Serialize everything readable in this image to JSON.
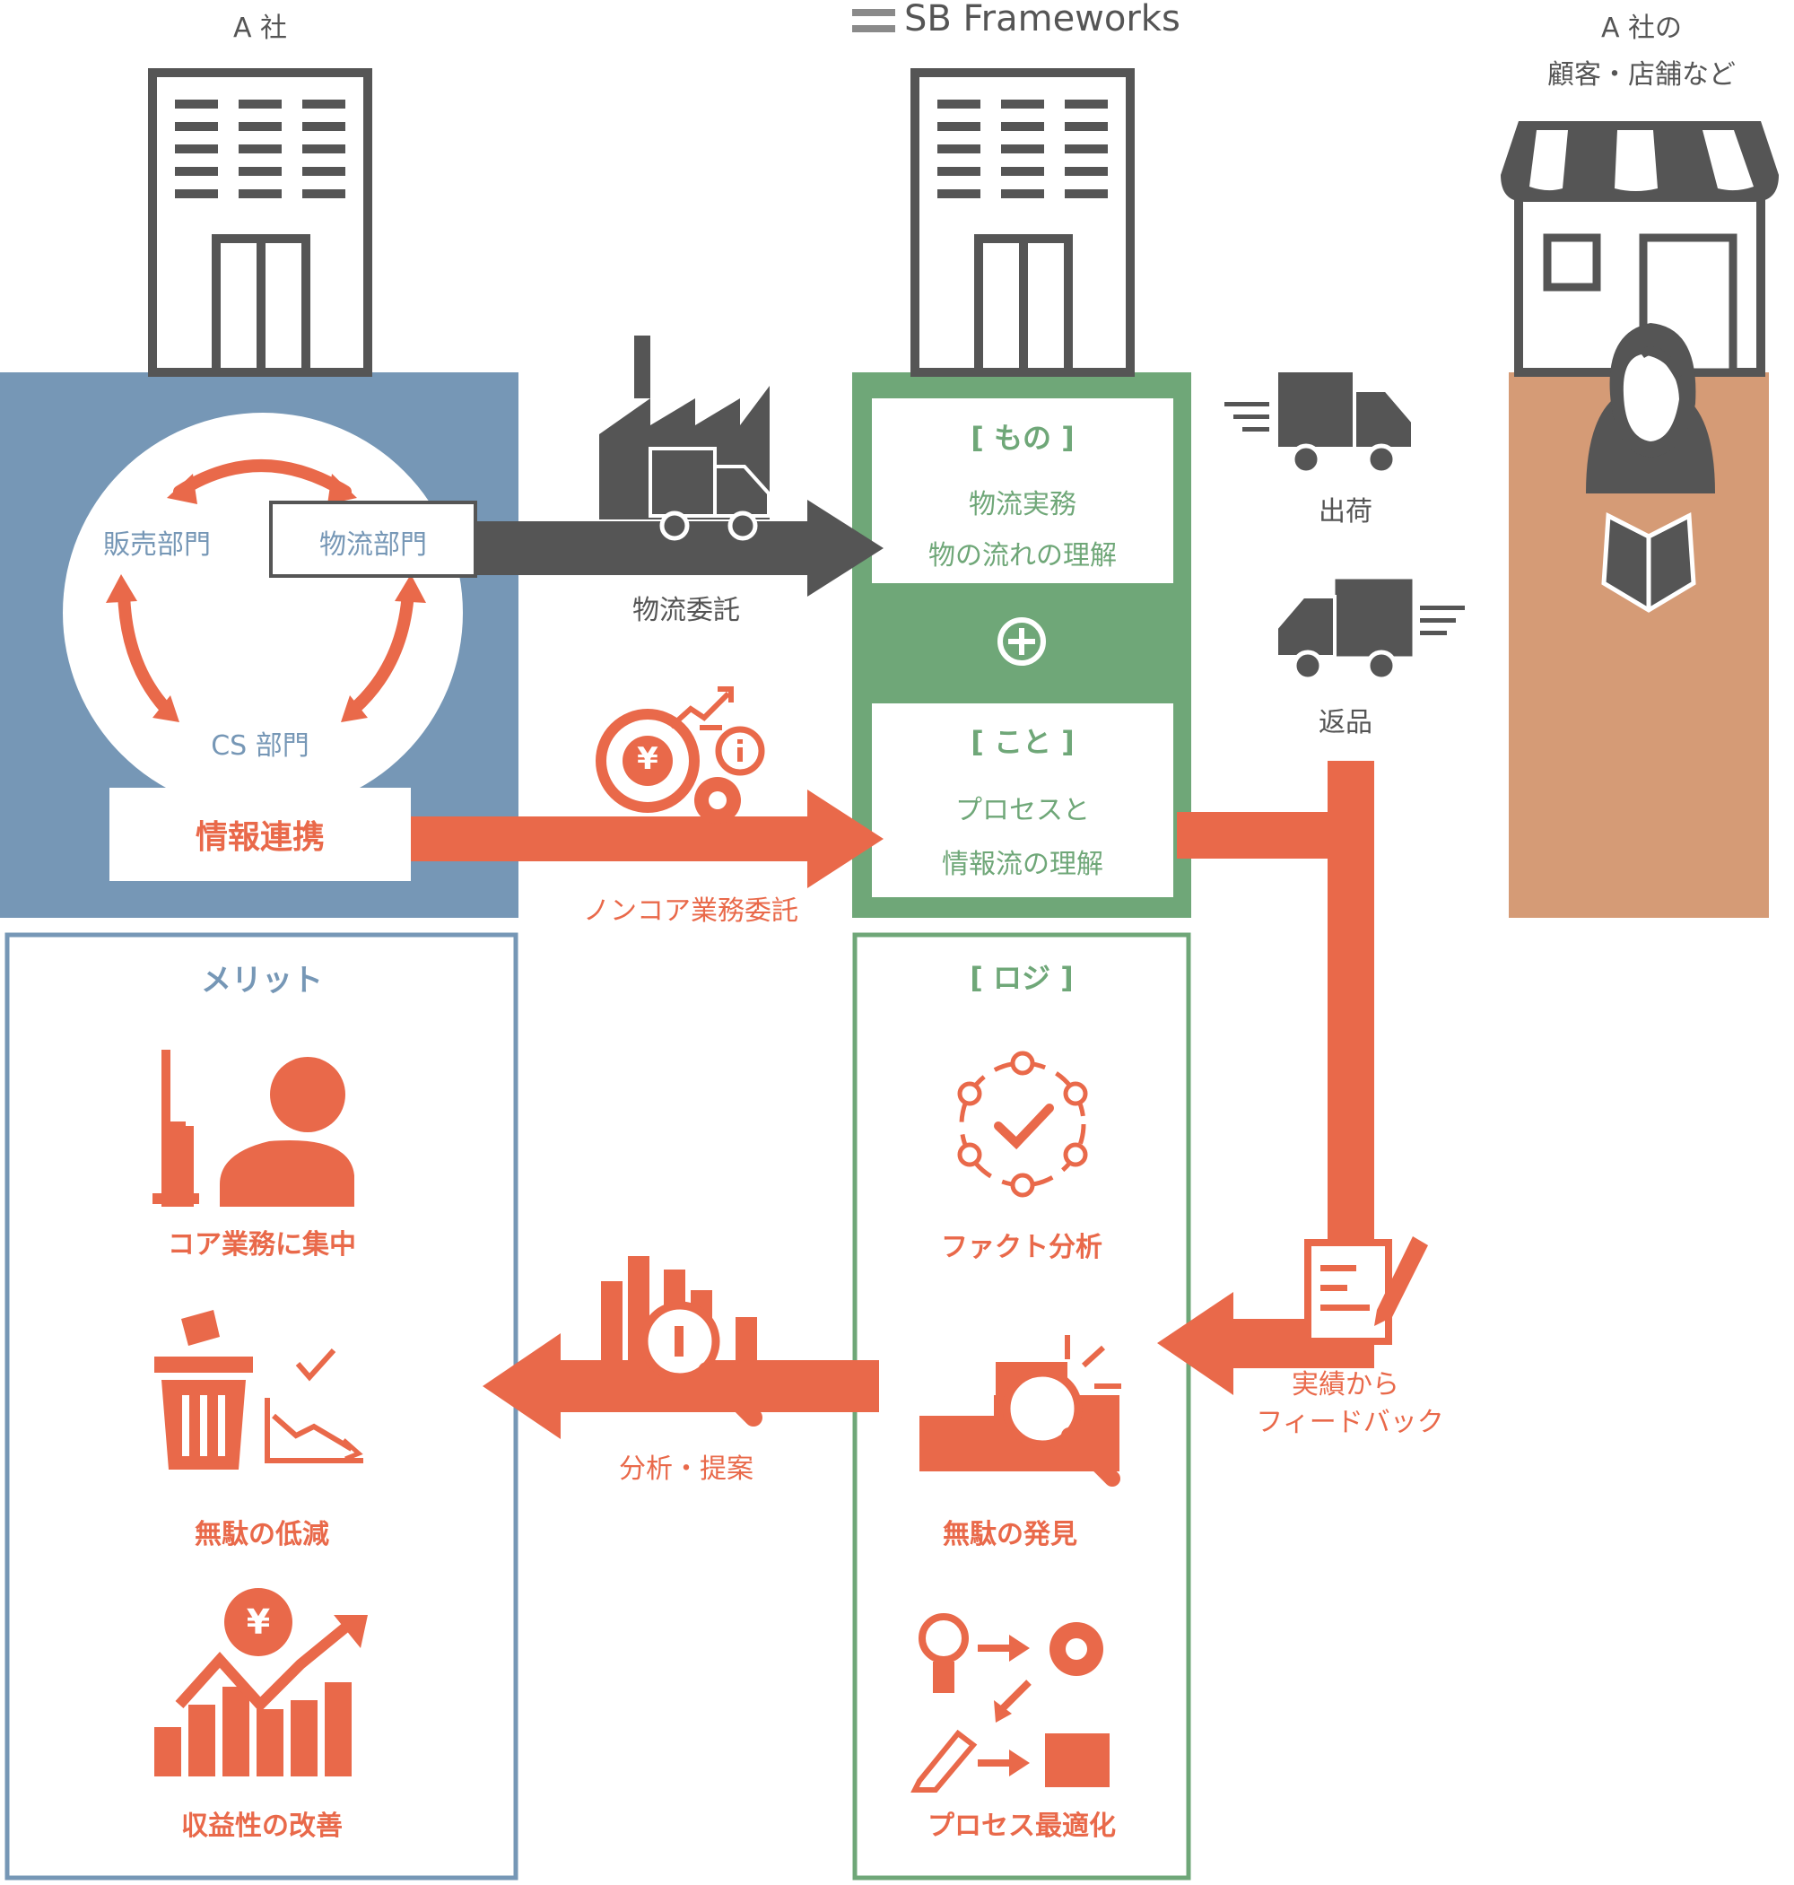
{
  "companies": {
    "a_company": "A 社",
    "sbf_logo": "SB Frameworks",
    "customer_line1": "A 社の",
    "customer_line2": "顧客・店舗など"
  },
  "departments": {
    "sales": "販売部門",
    "logistics": "物流部門",
    "cs": "CS 部門",
    "info_link": "情報連携"
  },
  "flows": {
    "logistics_outsourcing": "物流委託",
    "noncore_outsourcing": "ノンコア業務委託",
    "shipping": "出荷",
    "returns": "返品",
    "feedback_line1": "実績から",
    "feedback_line2": "フィードバック",
    "analysis_proposal": "分析・提案"
  },
  "sbf_panel": {
    "mono_title": "[ もの ]",
    "mono_line1": "物流実務",
    "mono_line2": "物の流れの理解",
    "plus_symbol": "⊕",
    "koto_title": "[ こと ]",
    "koto_line1": "プロセスと",
    "koto_line2": "情報流の理解",
    "logi_title": "[ ロジ ]",
    "logi_items": [
      "ファクト分析",
      "無駄の発見",
      "プロセス最適化"
    ]
  },
  "merits": {
    "title": "メリット",
    "items": [
      "コア業務に集中",
      "無駄の低減",
      "収益性の改善"
    ]
  },
  "colors": {
    "blue": "#7697b6",
    "green": "#6fa778",
    "orange": "#e9694a",
    "gray": "#555555",
    "tan": "#d59b76"
  }
}
